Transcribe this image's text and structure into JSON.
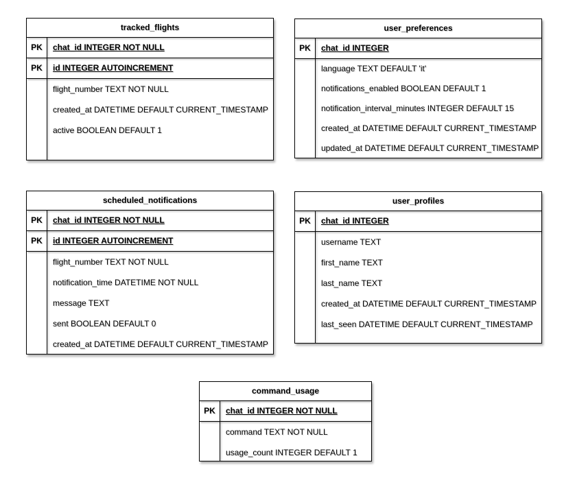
{
  "pk_label": "PK",
  "colors": {
    "border": "#000000",
    "background": "#ffffff",
    "text": "#000000",
    "shadow": "rgba(0,0,0,0.3)"
  },
  "tables": [
    {
      "name": "tracked_flights",
      "primary_keys": [
        "chat_id INTEGER NOT NULL",
        "id INTEGER AUTOINCREMENT"
      ],
      "columns": [
        "flight_number TEXT NOT NULL",
        "created_at DATETIME DEFAULT CURRENT_TIMESTAMP",
        "active BOOLEAN DEFAULT 1"
      ]
    },
    {
      "name": "user_preferences",
      "primary_keys": [
        "chat_id INTEGER"
      ],
      "columns": [
        "language TEXT DEFAULT 'it'",
        "notifications_enabled BOOLEAN DEFAULT 1",
        "notification_interval_minutes INTEGER DEFAULT 15",
        "created_at DATETIME DEFAULT CURRENT_TIMESTAMP",
        "updated_at DATETIME DEFAULT CURRENT_TIMESTAMP"
      ]
    },
    {
      "name": "scheduled_notifications",
      "primary_keys": [
        "chat_id INTEGER NOT NULL",
        "id INTEGER AUTOINCREMENT"
      ],
      "columns": [
        "flight_number TEXT NOT NULL",
        "notification_time DATETIME NOT NULL",
        "message TEXT",
        "sent BOOLEAN DEFAULT 0",
        "created_at DATETIME DEFAULT CURRENT_TIMESTAMP"
      ]
    },
    {
      "name": "user_profiles",
      "primary_keys": [
        "chat_id INTEGER"
      ],
      "columns": [
        "username TEXT",
        "first_name TEXT",
        "last_name TEXT",
        "created_at DATETIME DEFAULT CURRENT_TIMESTAMP",
        "last_seen DATETIME DEFAULT CURRENT_TIMESTAMP"
      ]
    },
    {
      "name": "command_usage",
      "primary_keys": [
        "chat_id INTEGER NOT NULL"
      ],
      "columns": [
        "command TEXT NOT NULL",
        "usage_count INTEGER DEFAULT 1"
      ]
    }
  ]
}
